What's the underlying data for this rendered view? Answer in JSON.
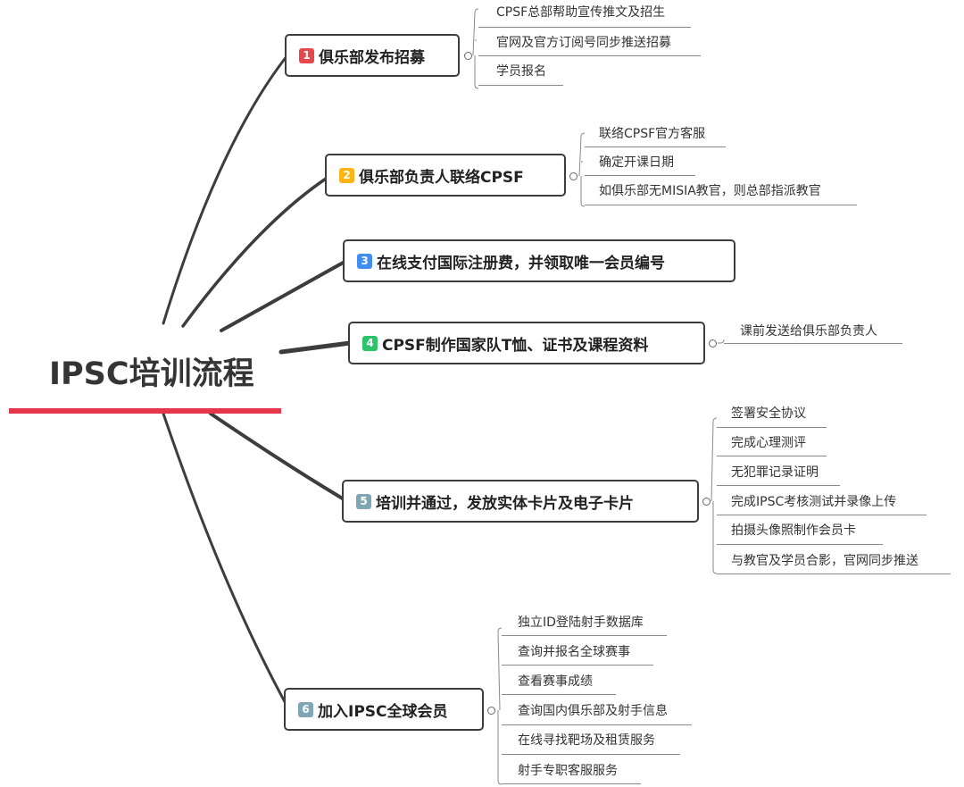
{
  "root": {
    "title": "IPSC培训流程"
  },
  "colors": {
    "underline": "#e5364a",
    "line": "#3d3d3d"
  },
  "branches": [
    {
      "num": "1",
      "badge_color": "#e5484d",
      "label": "俱乐部发布招募",
      "leaves": [
        "CPSF总部帮助宣传推文及招生",
        "官网及官方订阅号同步推送招募",
        "学员报名"
      ]
    },
    {
      "num": "2",
      "badge_color": "#ffb414",
      "label": "俱乐部负责人联络CPSF",
      "leaves": [
        "联络CPSF官方客服",
        "确定开课日期",
        "如俱乐部无MISIA教官，则总部指派教官"
      ]
    },
    {
      "num": "3",
      "badge_color": "#3f8ef0",
      "label": "在线支付国际注册费，并领取唯一会员编号",
      "leaves": []
    },
    {
      "num": "4",
      "badge_color": "#2cc36b",
      "label": "CPSF制作国家队T恤、证书及课程资料",
      "leaves": [
        "课前发送给俱乐部负责人"
      ]
    },
    {
      "num": "5",
      "badge_color": "#7fa6b5",
      "label": "培训并通过，发放实体卡片及电子卡片",
      "leaves": [
        "签署安全协议",
        "完成心理测评",
        "无犯罪记录证明",
        "完成IPSC考核测试并录像上传",
        "拍摄头像照制作会员卡",
        "与教官及学员合影，官网同步推送"
      ]
    },
    {
      "num": "6",
      "badge_color": "#7fa6b5",
      "label": "加入IPSC全球会员",
      "leaves": [
        "独立ID登陆射手数据库",
        "查询并报名全球赛事",
        "查看赛事成绩",
        "查询国内俱乐部及射手信息",
        "在线寻找靶场及租赁服务",
        "射手专职客服服务"
      ]
    }
  ]
}
